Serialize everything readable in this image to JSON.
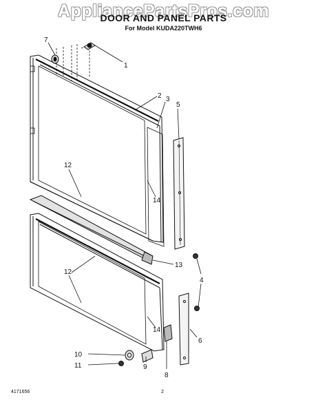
{
  "watermark": "AppliancePartsPros.com",
  "title": "DOOR AND PANEL PARTS",
  "subtitle": "For Model KUDA220TWH6",
  "callouts": [
    "1",
    "2",
    "3",
    "5",
    "7",
    "12",
    "14",
    "13",
    "4",
    "12",
    "14",
    "6",
    "10",
    "11",
    "9",
    "8"
  ],
  "footer": {
    "code": "4171656",
    "page": "2"
  },
  "colors": {
    "line": "#111111",
    "watermark_outline": "#9a9a9a"
  }
}
